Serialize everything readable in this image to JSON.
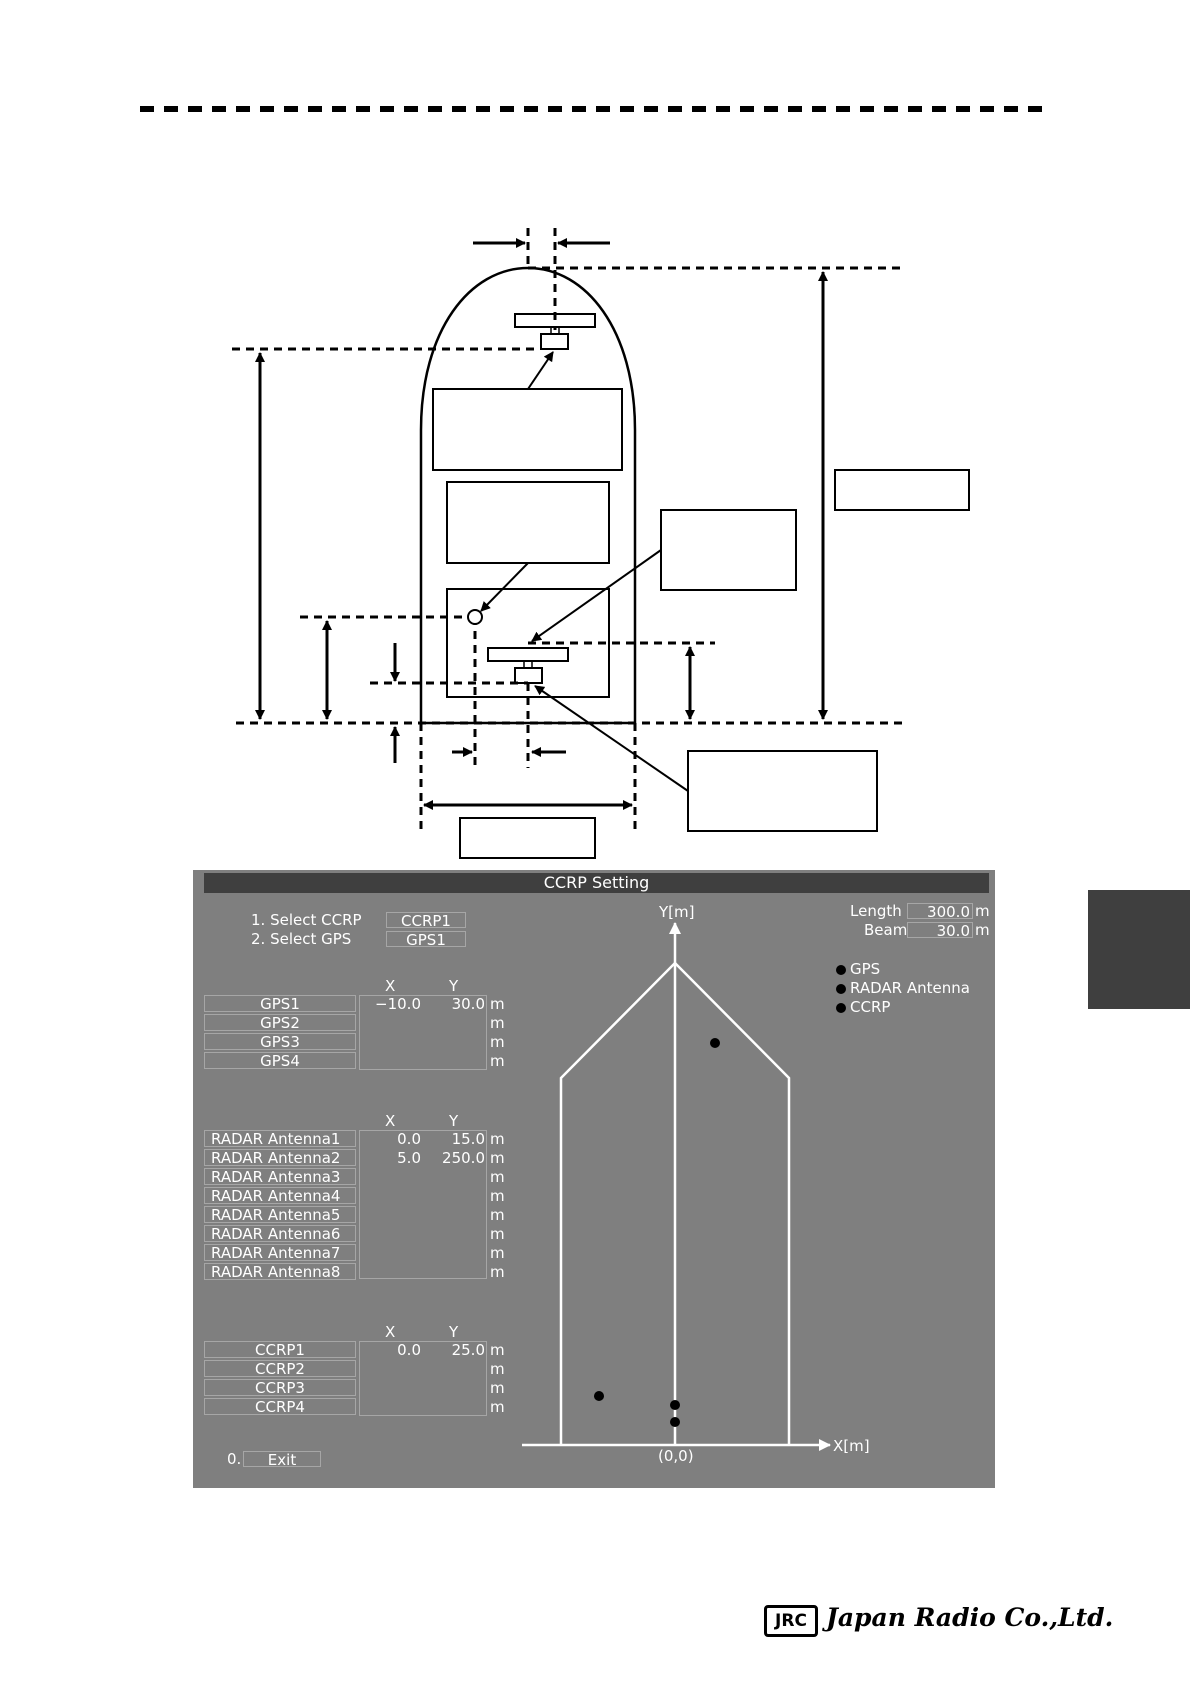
{
  "panel": {
    "title": "CCRP  Setting",
    "select_ccrp_label": "1. Select  CCRP",
    "select_ccrp_value": "CCRP1",
    "select_gps_label": "2. Select  GPS",
    "select_gps_value": "GPS1",
    "length_label": "Length",
    "length_value": "300.0",
    "beam_label": "Beam",
    "beam_value": "30.0",
    "unit_m": "m",
    "col_x": "X",
    "col_y": "Y",
    "gps_rows": [
      {
        "label": "GPS1",
        "x": "−10.0",
        "y": "30.0"
      },
      {
        "label": "GPS2",
        "x": "",
        "y": ""
      },
      {
        "label": "GPS3",
        "x": "",
        "y": ""
      },
      {
        "label": "GPS4",
        "x": "",
        "y": ""
      }
    ],
    "radar_rows": [
      {
        "label": "RADAR  Antenna1",
        "x": "0.0",
        "y": "15.0"
      },
      {
        "label": "RADAR  Antenna2",
        "x": "5.0",
        "y": "250.0"
      },
      {
        "label": "RADAR  Antenna3",
        "x": "",
        "y": ""
      },
      {
        "label": "RADAR  Antenna4",
        "x": "",
        "y": ""
      },
      {
        "label": "RADAR  Antenna5",
        "x": "",
        "y": ""
      },
      {
        "label": "RADAR  Antenna6",
        "x": "",
        "y": ""
      },
      {
        "label": "RADAR  Antenna7",
        "x": "",
        "y": ""
      },
      {
        "label": "RADAR  Antenna8",
        "x": "",
        "y": ""
      }
    ],
    "ccrp_rows": [
      {
        "label": "CCRP1",
        "x": "0.0",
        "y": "25.0"
      },
      {
        "label": "CCRP2",
        "x": "",
        "y": ""
      },
      {
        "label": "CCRP3",
        "x": "",
        "y": ""
      },
      {
        "label": "CCRP4",
        "x": "",
        "y": ""
      }
    ],
    "exit_index": "0.",
    "exit_label": "Exit",
    "legend": [
      "GPS",
      "RADAR  Antenna",
      "CCRP"
    ],
    "y_axis_label": "Y[m]",
    "x_axis_label": "X[m]",
    "origin_label": "(0,0)"
  },
  "footer": {
    "logo_mark": "JRC",
    "company": "Japan Radio Co.,Ltd."
  }
}
